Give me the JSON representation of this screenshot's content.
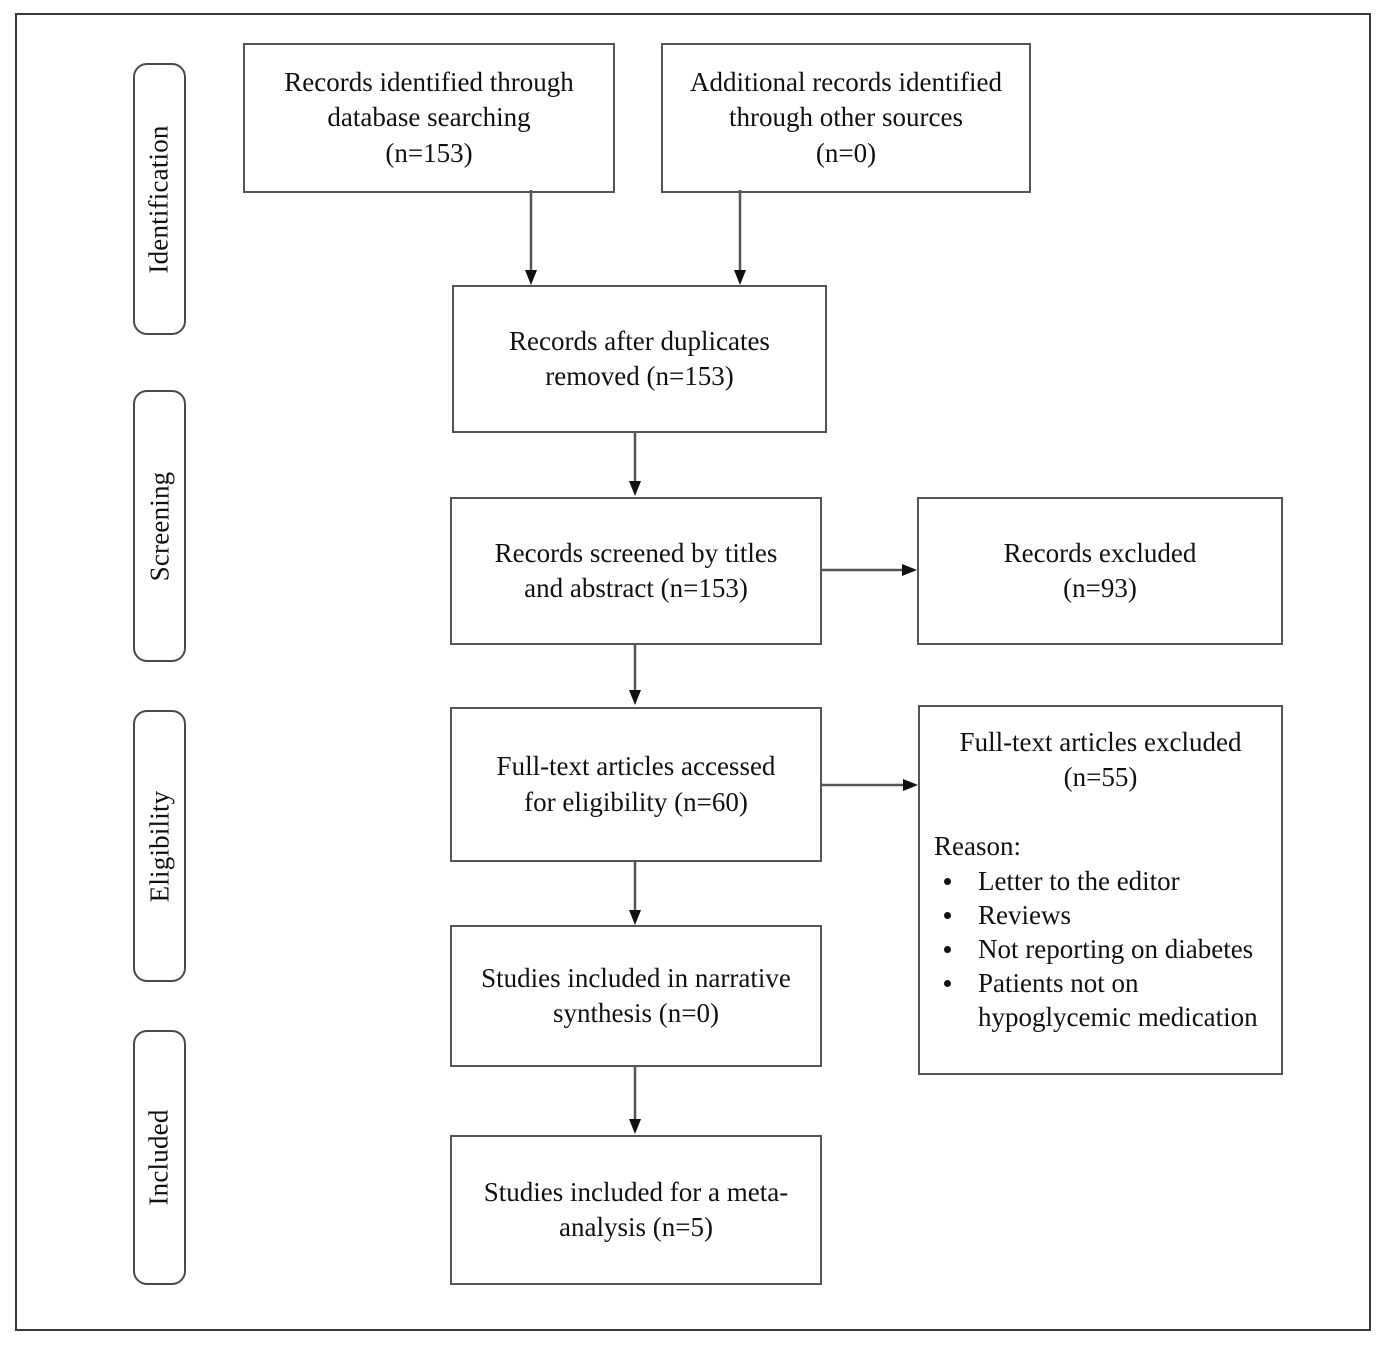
{
  "diagram": {
    "title": "PRISMA study selection flow diagram",
    "type": "prisma-flowchart",
    "stroke_color": "#555555",
    "frame_color": "#3a3a3a",
    "background": "#ffffff"
  },
  "stages": [
    {
      "label": "Identification"
    },
    {
      "label": "Screening"
    },
    {
      "label": "Eligibility"
    },
    {
      "label": "Included"
    }
  ],
  "boxes": {
    "db_search": {
      "line1": "Records identified through",
      "line2": "database searching",
      "line3": "(n=153)"
    },
    "other_sources": {
      "line1": "Additional records identified",
      "line2": "through other sources",
      "line3": "(n=0)"
    },
    "duplicates_removed": {
      "line1": "Records after duplicates",
      "line2": "removed (n=153)"
    },
    "screened": {
      "line1": "Records screened by titles",
      "line2": "and abstract (n=153)"
    },
    "records_excluded": {
      "line1": "Records excluded",
      "line2": "(n=93)"
    },
    "fulltext_assessed": {
      "line1": "Full-text articles accessed",
      "line2": "for eligibility (n=60)"
    },
    "fulltext_excluded": {
      "line1": "Full-text articles excluded",
      "line2": "(n=55)",
      "reason_title": "Reason:",
      "reasons": [
        "Letter to the editor",
        "Reviews",
        "Not reporting on diabetes",
        "Patients not on hypoglycemic medication"
      ]
    },
    "narrative_synthesis": {
      "line1": "Studies included in narrative",
      "line2": "synthesis (n=0)"
    },
    "meta_analysis": {
      "line1": "Studies included for a meta-",
      "line2": "analysis (n=5)"
    }
  },
  "chart_data": {
    "type": "diagram",
    "title": "PRISMA flow diagram",
    "nodes": [
      {
        "id": "db_search",
        "stage": "Identification",
        "label": "Records identified through database searching",
        "n": 153
      },
      {
        "id": "other_sources",
        "stage": "Identification",
        "label": "Additional records identified through other sources",
        "n": 0
      },
      {
        "id": "duplicates_removed",
        "stage": "Screening",
        "label": "Records after duplicates removed",
        "n": 153
      },
      {
        "id": "screened",
        "stage": "Screening",
        "label": "Records screened by titles and abstract",
        "n": 153
      },
      {
        "id": "records_excluded",
        "stage": "Screening",
        "label": "Records excluded",
        "n": 93
      },
      {
        "id": "fulltext_assessed",
        "stage": "Eligibility",
        "label": "Full-text articles accessed for eligibility",
        "n": 60
      },
      {
        "id": "fulltext_excluded",
        "stage": "Eligibility",
        "label": "Full-text articles excluded",
        "n": 55
      },
      {
        "id": "narrative_synthesis",
        "stage": "Included",
        "label": "Studies included in narrative synthesis",
        "n": 0
      },
      {
        "id": "meta_analysis",
        "stage": "Included",
        "label": "Studies included for a meta-analysis",
        "n": 5
      }
    ],
    "edges": [
      {
        "from": "db_search",
        "to": "duplicates_removed"
      },
      {
        "from": "other_sources",
        "to": "duplicates_removed"
      },
      {
        "from": "duplicates_removed",
        "to": "screened"
      },
      {
        "from": "screened",
        "to": "records_excluded"
      },
      {
        "from": "screened",
        "to": "fulltext_assessed"
      },
      {
        "from": "fulltext_assessed",
        "to": "fulltext_excluded"
      },
      {
        "from": "fulltext_assessed",
        "to": "narrative_synthesis"
      },
      {
        "from": "narrative_synthesis",
        "to": "meta_analysis"
      }
    ]
  }
}
